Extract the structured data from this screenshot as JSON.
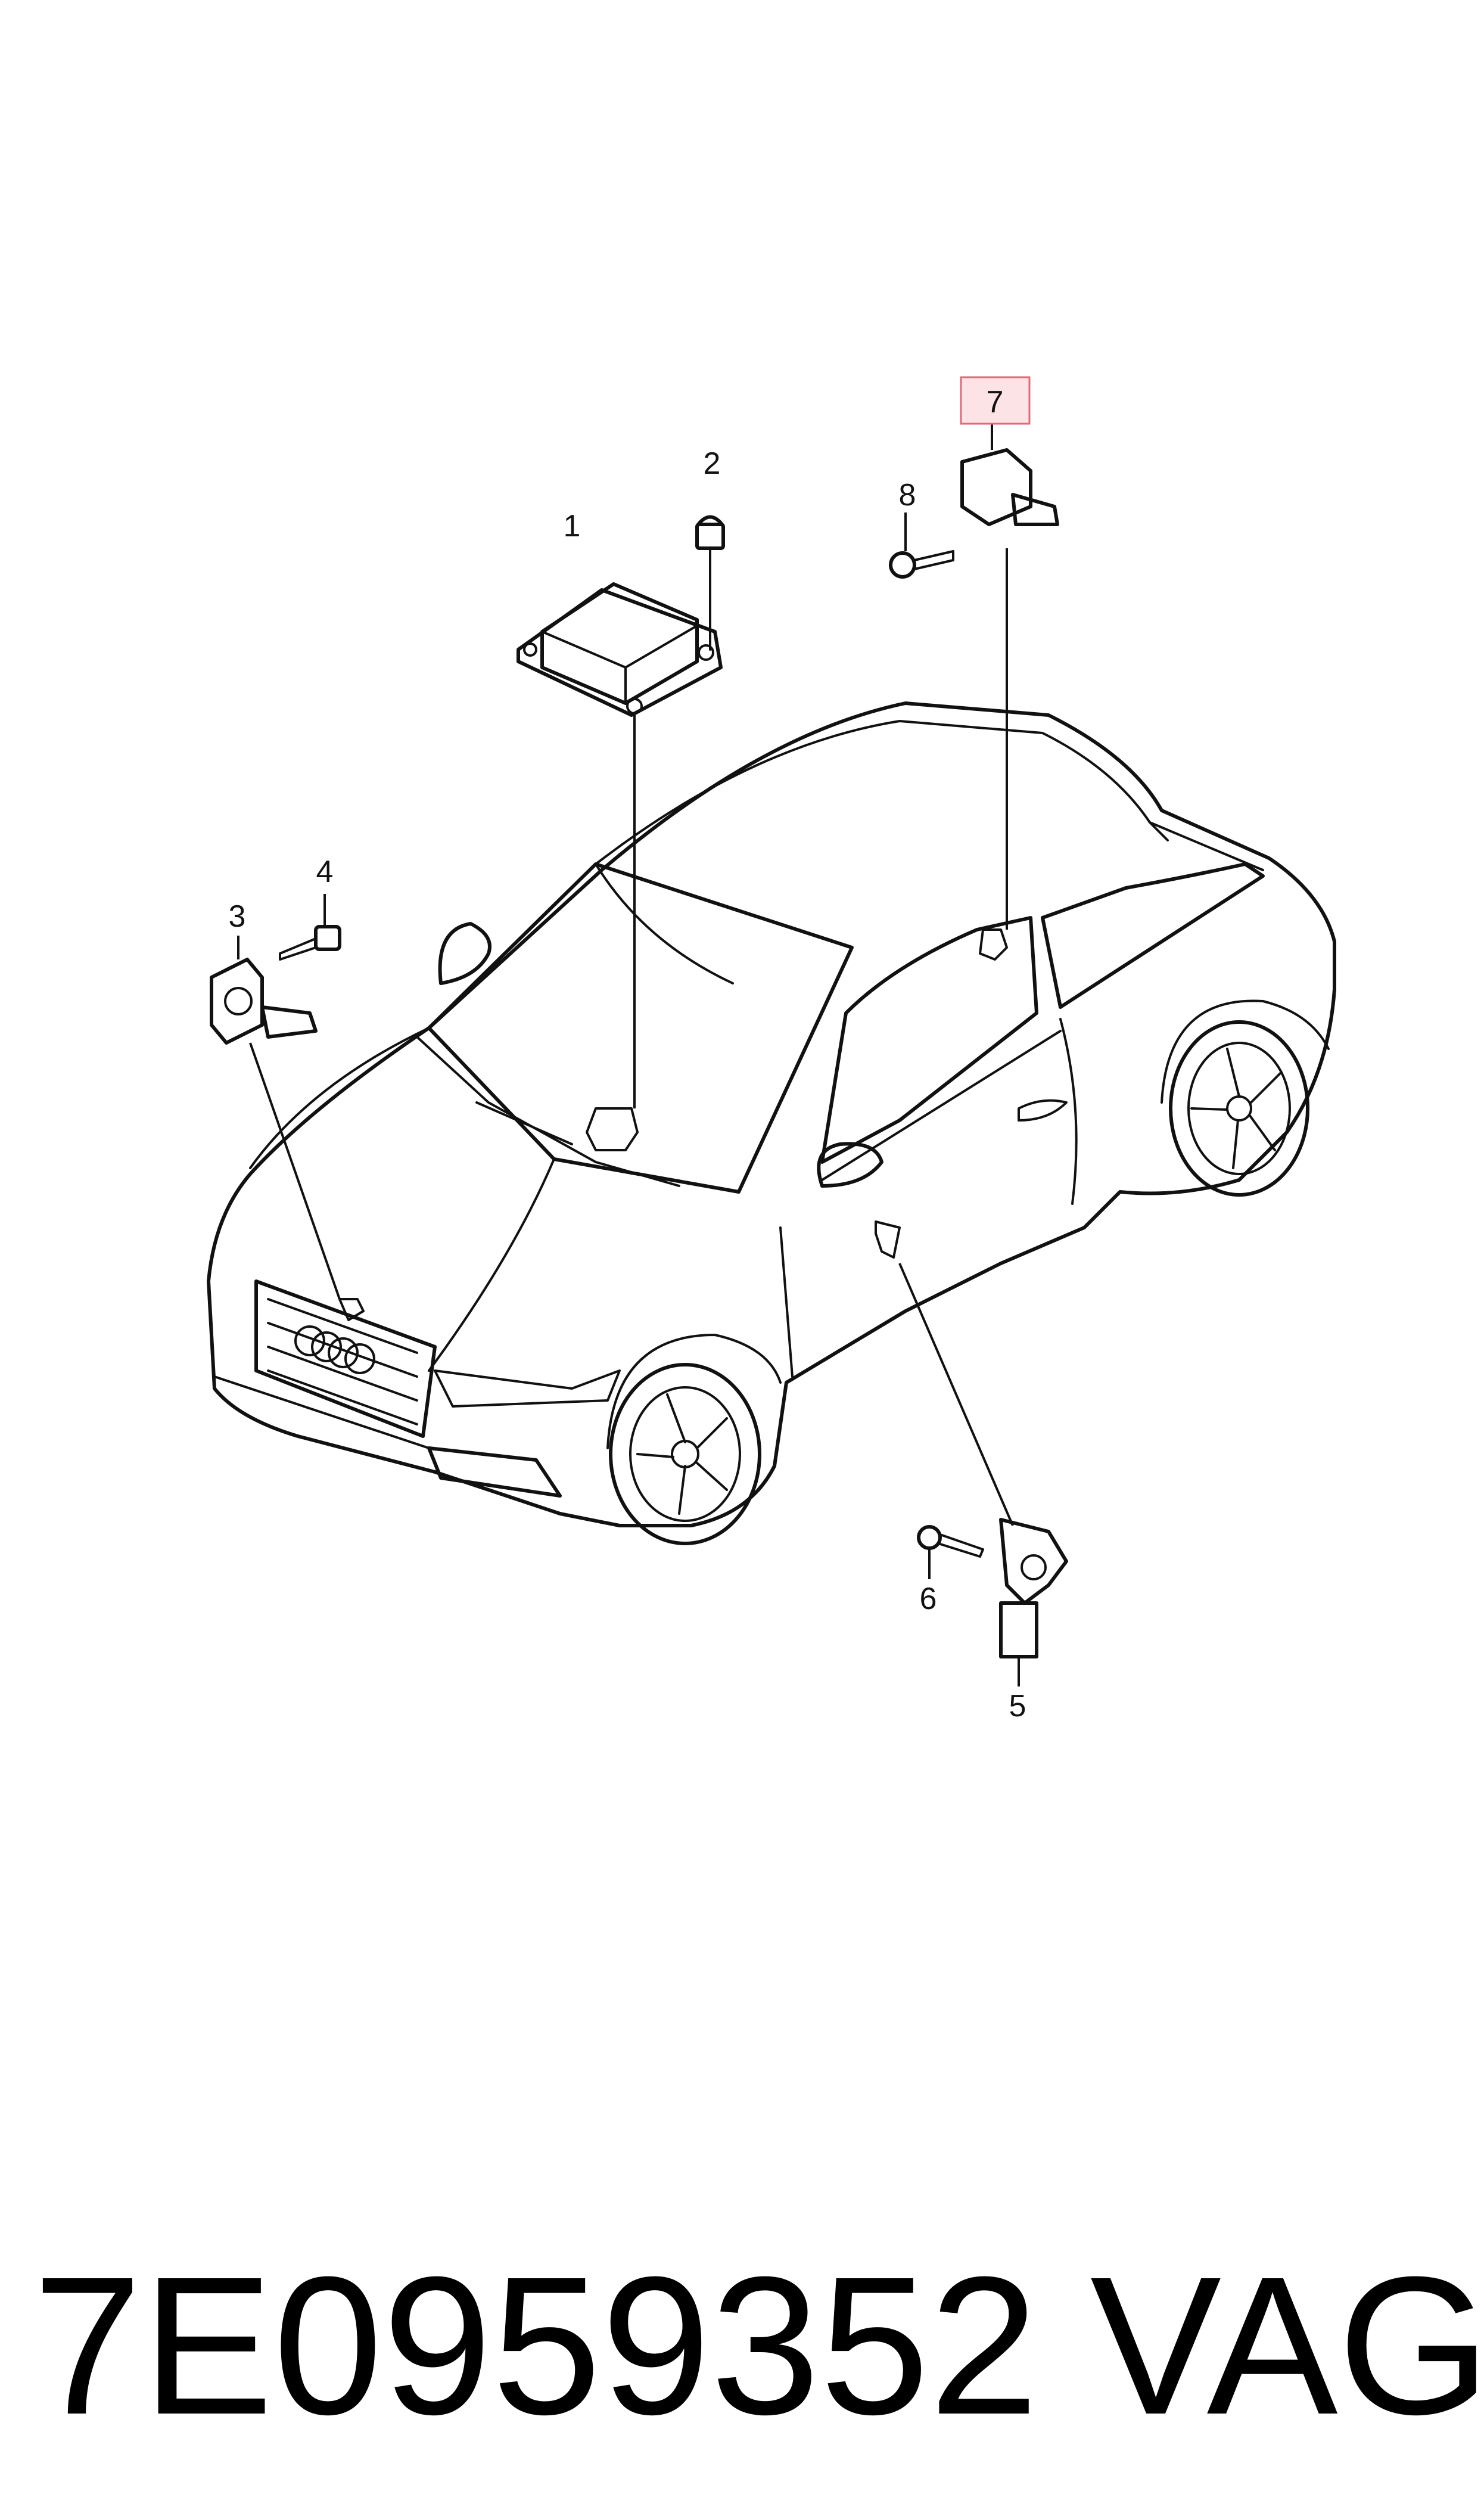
{
  "callouts": [
    {
      "id": "1",
      "label": "1"
    },
    {
      "id": "2",
      "label": "2"
    },
    {
      "id": "3",
      "label": "3"
    },
    {
      "id": "4",
      "label": "4"
    },
    {
      "id": "5",
      "label": "5"
    },
    {
      "id": "6",
      "label": "6"
    },
    {
      "id": "7",
      "label": "7",
      "highlighted": true
    },
    {
      "id": "8",
      "label": "8"
    }
  ],
  "footer": {
    "part_number": "7E0959352",
    "brand": "VAG"
  },
  "colors": {
    "line": "#111111",
    "highlight_border": "#e06a78",
    "highlight_fill": "#fbe3e6",
    "background": "#ffffff"
  }
}
